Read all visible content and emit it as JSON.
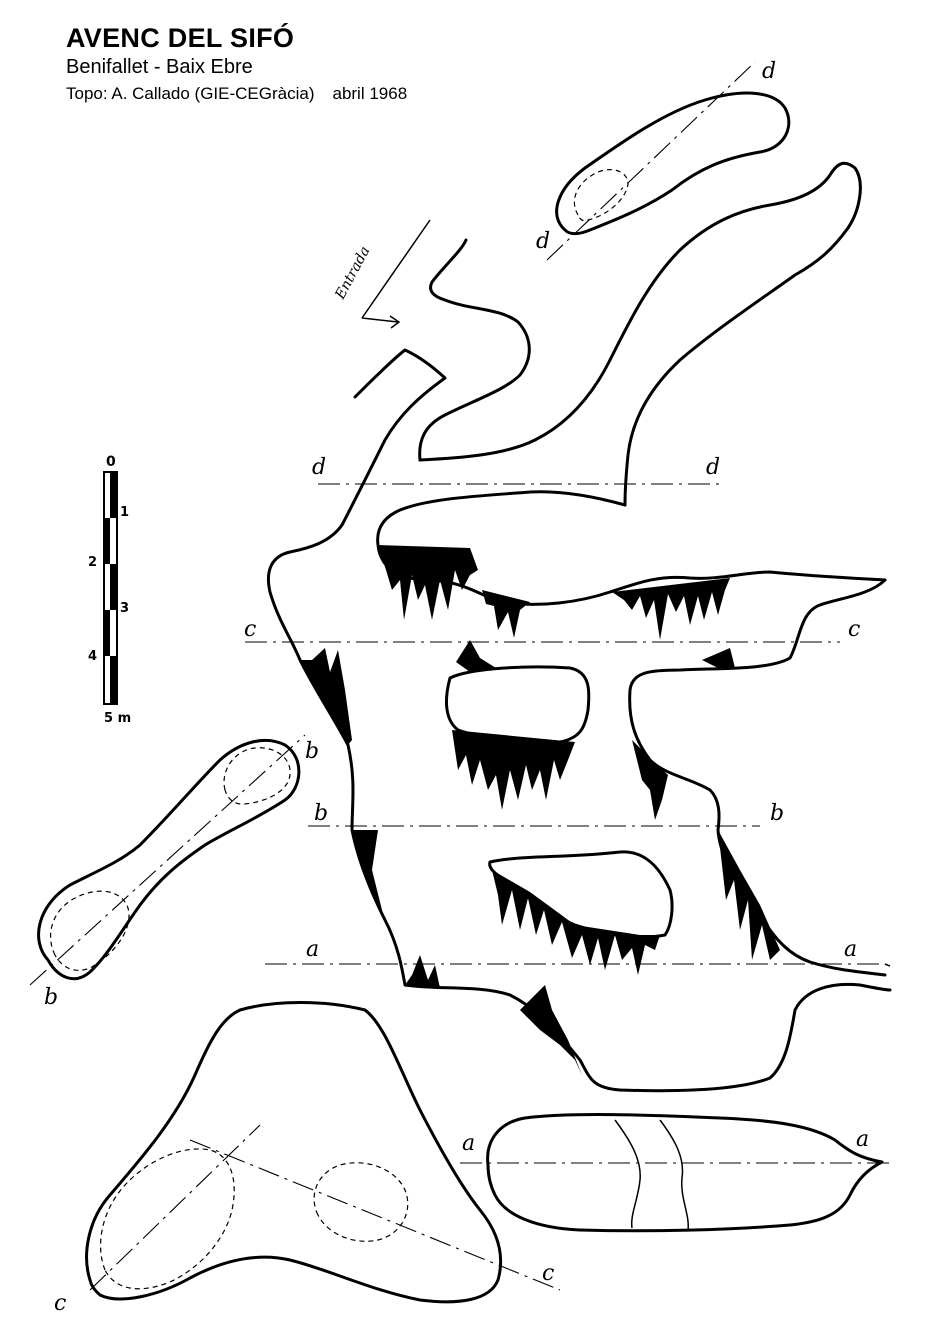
{
  "header": {
    "title": "AVENC DEL SIFÓ",
    "subtitle": "Benifallet - Baix Ebre",
    "credit": "Topo: A. Callado (GIE-CEGràcia)",
    "date": "abril 1968"
  },
  "entrance_label": "Entrada",
  "scale": {
    "ticks": [
      "0",
      "1",
      "2",
      "3",
      "4",
      "5 m"
    ]
  },
  "section_labels": {
    "d": "d",
    "c": "c",
    "b": "b",
    "a": "a"
  },
  "colors": {
    "ink": "#000000",
    "paper": "#ffffff"
  }
}
